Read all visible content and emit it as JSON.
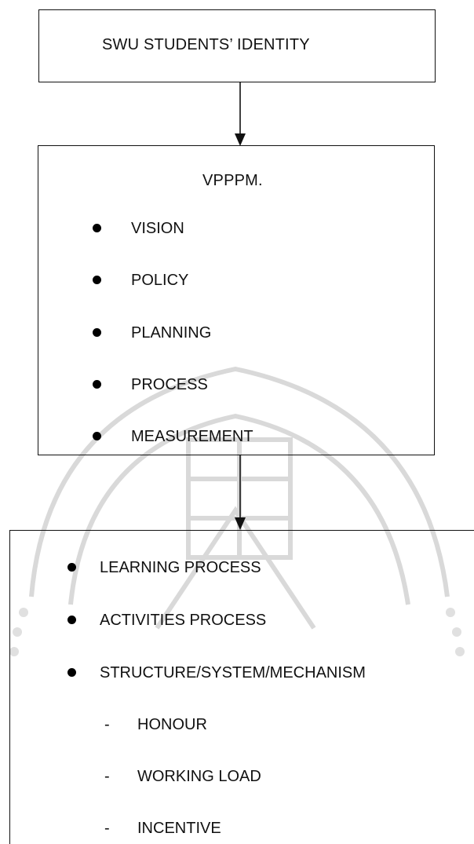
{
  "top_box": {
    "title": "SWU STUDENTS’ IDENTITY"
  },
  "middle_box": {
    "title": "VPPPM.",
    "items": [
      "VISION",
      "POLICY",
      "PLANNING",
      "PROCESS",
      "MEASUREMENT"
    ]
  },
  "bottom_box": {
    "items": [
      "LEARNING PROCESS",
      "ACTIVITIES PROCESS",
      "STRUCTURE/SYSTEM/MECHANISM"
    ],
    "sub_items": [
      "HONOUR",
      "WORKING LOAD",
      "INCENTIVE"
    ],
    "sub_marker": "-"
  },
  "colors": {
    "line": "#111111",
    "watermark": "#d6d6d6"
  }
}
